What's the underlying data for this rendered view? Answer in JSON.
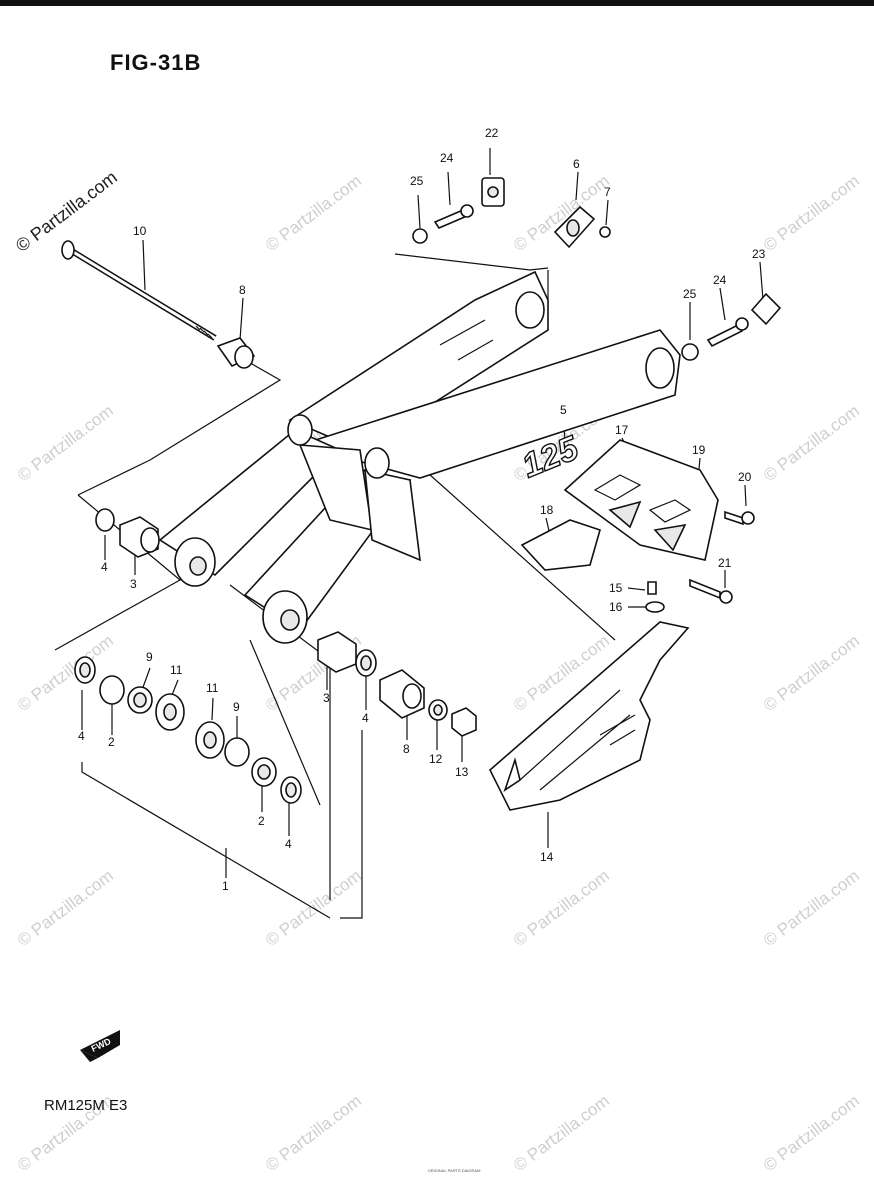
{
  "figure": {
    "title": "FIG-31B",
    "model": "RM125M E3",
    "fwd_label": "FWD",
    "swingarm_decal": "125",
    "fine_print": "ORIGINAL PARTS DIAGRAM"
  },
  "watermark": {
    "primary": "© Partzilla.com",
    "repeat": "© Partzilla.com"
  },
  "callouts": [
    {
      "id": "c22a",
      "text": "22"
    },
    {
      "id": "c24a",
      "text": "24"
    },
    {
      "id": "c25a",
      "text": "25"
    },
    {
      "id": "c6",
      "text": "6"
    },
    {
      "id": "c7",
      "text": "7"
    },
    {
      "id": "c10",
      "text": "10"
    },
    {
      "id": "c8a",
      "text": "8"
    },
    {
      "id": "c23",
      "text": "23"
    },
    {
      "id": "c24b",
      "text": "24"
    },
    {
      "id": "c25b",
      "text": "25"
    },
    {
      "id": "c5",
      "text": "5"
    },
    {
      "id": "c17",
      "text": "17"
    },
    {
      "id": "c19",
      "text": "19"
    },
    {
      "id": "c20",
      "text": "20"
    },
    {
      "id": "c18",
      "text": "18"
    },
    {
      "id": "c21",
      "text": "21"
    },
    {
      "id": "c15",
      "text": "15"
    },
    {
      "id": "c16",
      "text": "16"
    },
    {
      "id": "c4a",
      "text": "4"
    },
    {
      "id": "c3a",
      "text": "3"
    },
    {
      "id": "c9a",
      "text": "9"
    },
    {
      "id": "c11a",
      "text": "11"
    },
    {
      "id": "c11b",
      "text": "11"
    },
    {
      "id": "c9b",
      "text": "9"
    },
    {
      "id": "c4b",
      "text": "4"
    },
    {
      "id": "c2a",
      "text": "2"
    },
    {
      "id": "c3b",
      "text": "3"
    },
    {
      "id": "c4c",
      "text": "4"
    },
    {
      "id": "c8b",
      "text": "8"
    },
    {
      "id": "c12",
      "text": "12"
    },
    {
      "id": "c13",
      "text": "13"
    },
    {
      "id": "c2b",
      "text": "2"
    },
    {
      "id": "c4d",
      "text": "4"
    },
    {
      "id": "c1",
      "text": "1"
    },
    {
      "id": "c14",
      "text": "14"
    }
  ]
}
